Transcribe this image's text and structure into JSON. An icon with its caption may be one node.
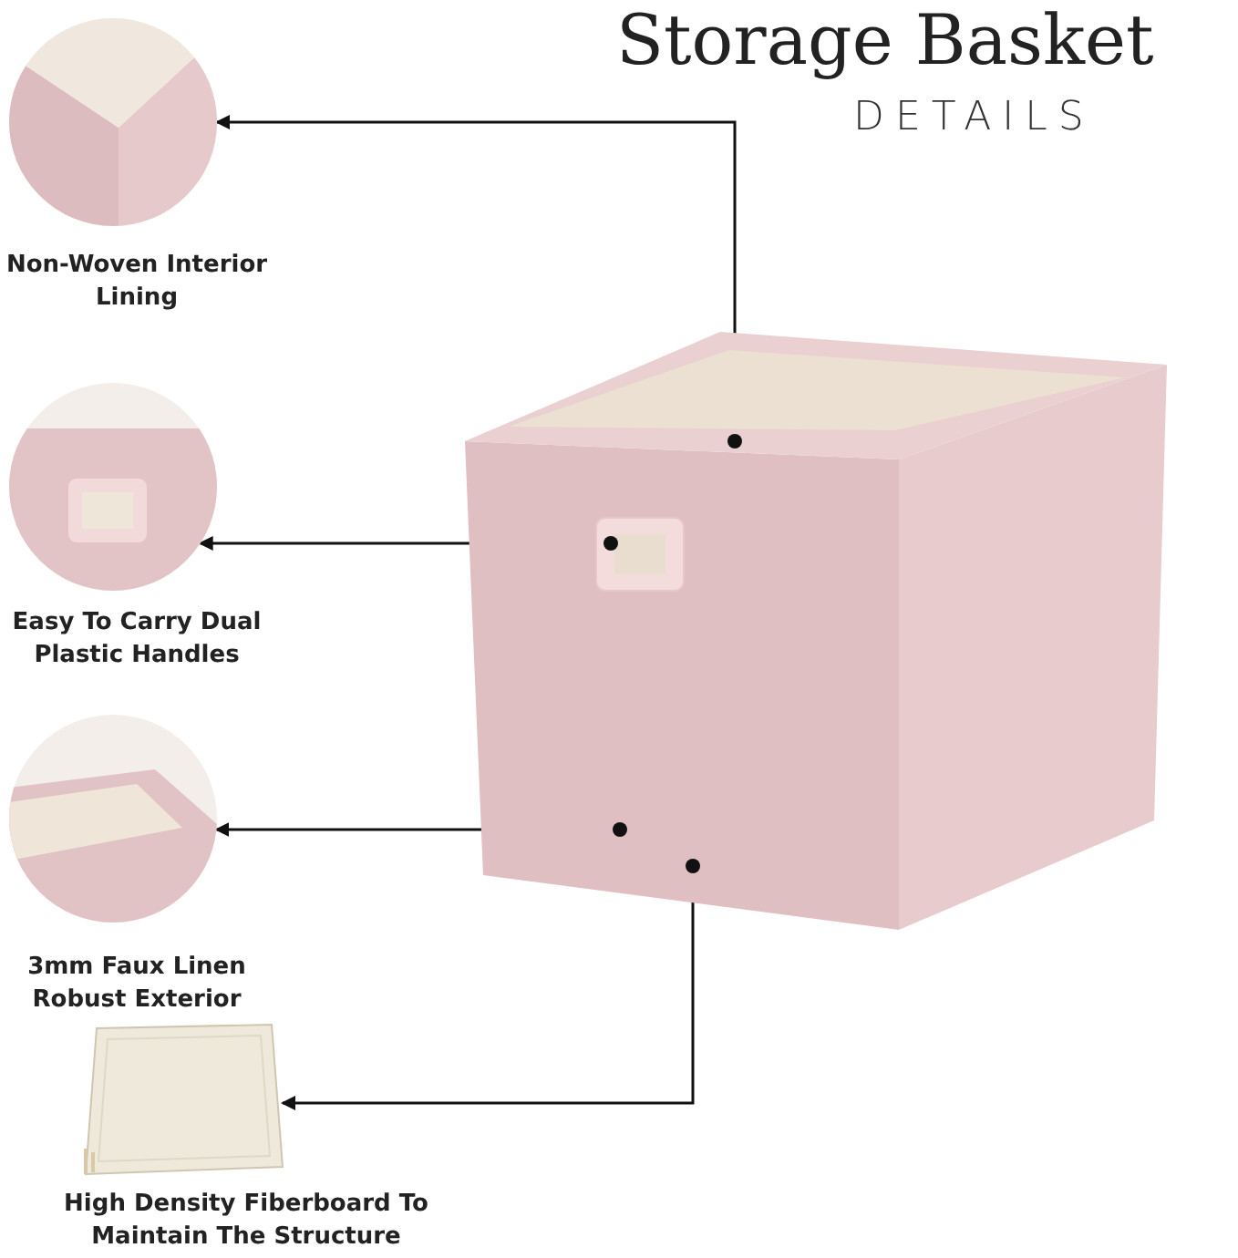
{
  "diagram": {
    "title": "Storage Basket",
    "nodes": [
      {
        "text": [
          "Non-Woven Interior Lining"
        ]
      },
      {
        "text": [
          "Easy To Carry Dual Plastic Handles"
        ]
      },
      {
        "text": [
          "3mm Faux Linen Robust Exterior"
        ]
      },
      {
        "text": [
          "High Density Fiberboard To Maintain The Structure"
        ]
      },
      {
        "text": [],
        "shape": "picture"
      },
      {
        "text": [],
        "shape": "circle",
        "in": 4
      },
      {
        "text": [],
        "shape": "circle",
        "in": 4
      },
      {
        "text": [],
        "shape": "circle",
        "in": 4
      },
      {
        "text": [],
        "shape": "circle",
        "in": 4
      }
    ],
    "edges": [
      {
        "from": 5,
        "to": 0,
        "arrow": "to"
      },
      {
        "from": 6,
        "to": 1,
        "arrow": "to"
      },
      {
        "from": 7,
        "to": 2,
        "arrow": "to"
      },
      {
        "from": 8,
        "to": 3,
        "arrow": "to"
      }
    ],
    "labels": [
      "DETAILS"
    ]
  }
}
